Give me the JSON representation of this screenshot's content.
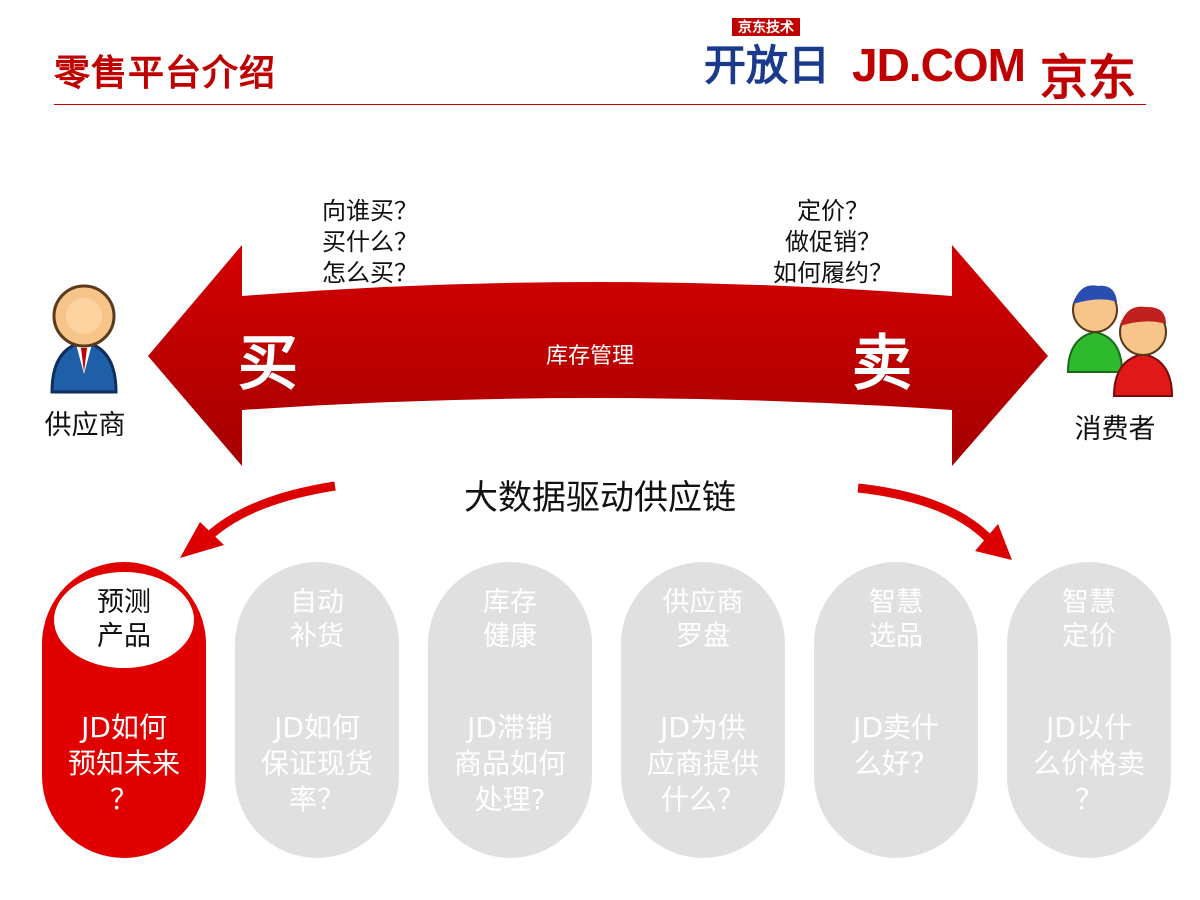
{
  "header": {
    "title": "零售平台介绍",
    "logo_kaifang_top": "京东技术",
    "logo_kaifang_main": "开放日",
    "logo_jd_text": "JD.COM",
    "logo_jd_cn": "京东"
  },
  "diagram": {
    "buy_word": "买",
    "sell_word": "卖",
    "center_label": "库存管理",
    "supplier_label": "供应商",
    "consumer_label": "消费者",
    "left_questions": [
      "向谁买？",
      "买什么？",
      "怎么买？"
    ],
    "right_questions": [
      "定价？",
      "做促销？",
      "如何履约？"
    ],
    "bigdata_label": "大数据驱动供应链",
    "arrow_color": "#c00000"
  },
  "pills": [
    {
      "head": [
        "预测",
        "产品"
      ],
      "body": [
        "JD如何",
        "预知未来",
        "？"
      ],
      "active": true
    },
    {
      "head": [
        "自动",
        "补货"
      ],
      "body": [
        "JD如何",
        "保证现货",
        "率？"
      ],
      "active": false
    },
    {
      "head": [
        "库存",
        "健康"
      ],
      "body": [
        "JD滞销",
        "商品如何",
        "处理?"
      ],
      "active": false
    },
    {
      "head": [
        "供应商",
        "罗盘"
      ],
      "body": [
        "JD为供",
        "应商提供",
        "什么？"
      ],
      "active": false
    },
    {
      "head": [
        "智慧",
        "选品"
      ],
      "body": [
        "JD卖什",
        "么好？"
      ],
      "active": false
    },
    {
      "head": [
        "智慧",
        "定价"
      ],
      "body": [
        "JD以什",
        "么价格卖",
        "？"
      ],
      "active": false
    }
  ],
  "colors": {
    "brand_red": "#c00000",
    "active_pill": "#e00000",
    "inactive_pill": "#e0e0e0",
    "logo_blue": "#1a3a8c"
  }
}
